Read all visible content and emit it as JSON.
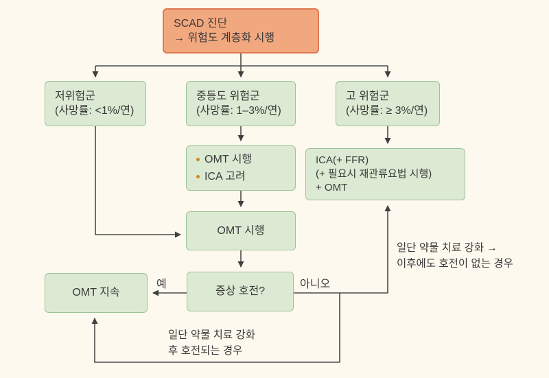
{
  "figure": {
    "type": "flowchart",
    "language": "ko",
    "topic": "SCAD risk stratification and treatment pathway"
  },
  "colors": {
    "background": "#FDF9EE",
    "start_box_fill": "#F2A87E",
    "start_box_border": "#DE7A55",
    "node_fill": "#DCEAD3",
    "node_border": "#9DC299",
    "connector_line": "#4A4A4A",
    "text": "#3A3A3A",
    "bullet": "#CF8629"
  },
  "nodes": {
    "scad": {
      "line1": "SCAD 진단",
      "line2": "→ 위험도 계층화 시행"
    },
    "low_risk": {
      "line1": "저위험군",
      "line2": "(사망률: <1%/연)"
    },
    "intermediate_risk": {
      "line1": "중등도 위험군",
      "line2": "(사망률: 1–3%/연)"
    },
    "high_risk": {
      "line1": "고 위험군",
      "line2": "(사망률: ≥ 3%/연)"
    },
    "omt_ica": {
      "item1": "OMT 시행",
      "item2": "ICA 고려"
    },
    "ica_ffr": {
      "line1": "ICA(+ FFR)",
      "line2": "(+ 필요시 재관류요법 시행)",
      "line3": "+ OMT"
    },
    "omt_exec": {
      "label": "OMT 시행"
    },
    "symptom_check": {
      "label": "증상 호전?"
    },
    "omt_continue": {
      "label": "OMT 지속"
    }
  },
  "edge_labels": {
    "yes": "예",
    "no": "아니오",
    "no_improve_note_line1": "일단 약물 치료 강화 →",
    "no_improve_note_line2": "이후에도 호전이 없는 경우",
    "improve_note_line1": "일단 약물 치료 강화",
    "improve_note_line2": "후 호전되는 경우"
  }
}
